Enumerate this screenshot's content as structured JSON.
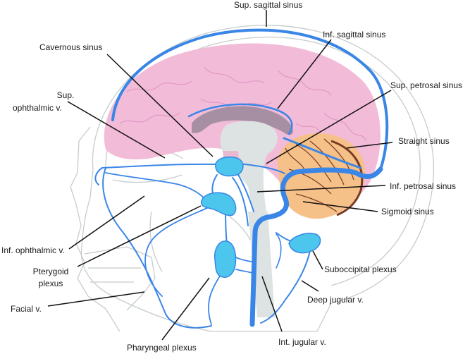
{
  "labels": {
    "sup_sagittal_sinus": "Sup. sagittal sinus",
    "inf_sagittal_sinus": "Inf. sagittal sinus",
    "cavernous_sinus": "Cavernous sinus",
    "sup_petrosal_sinus": "Sup. petrosal sinus",
    "sup_ophthalmic_v_1": "Sup.",
    "sup_ophthalmic_v_2": "ophthalmic v.",
    "straight_sinus": "Straight sinus",
    "inf_petrosal_sinus": "Inf. petrosal sinus",
    "sigmoid_sinus": "Sigmoid sinus",
    "inf_ophthalmic_v": "Inf. ophthalmic v.",
    "pterygoid_plexus_1": "Pterygoid",
    "pterygoid_plexus_2": "plexus",
    "suboccipital_plexus": "Suboccipital plexus",
    "deep_jugular_v": "Deep jugular v.",
    "facial_v": "Facial v.",
    "int_jugular_v": "Int. jugular v.",
    "pharyngeal_plexus": "Pharyngeal plexus"
  },
  "colors": {
    "vein": "#3a86e6",
    "plexus": "#4dc6ee",
    "brain": "#f2bcd9",
    "brain_fold": "#e39cc6",
    "corpus_callosum": "#a68fa3",
    "brainstem": "#dde2e2",
    "cerebellum": "#f6c089",
    "cerebellum_dark": "#7a3b22",
    "skull_outline": "#c7cccc",
    "leader": "#111111"
  }
}
